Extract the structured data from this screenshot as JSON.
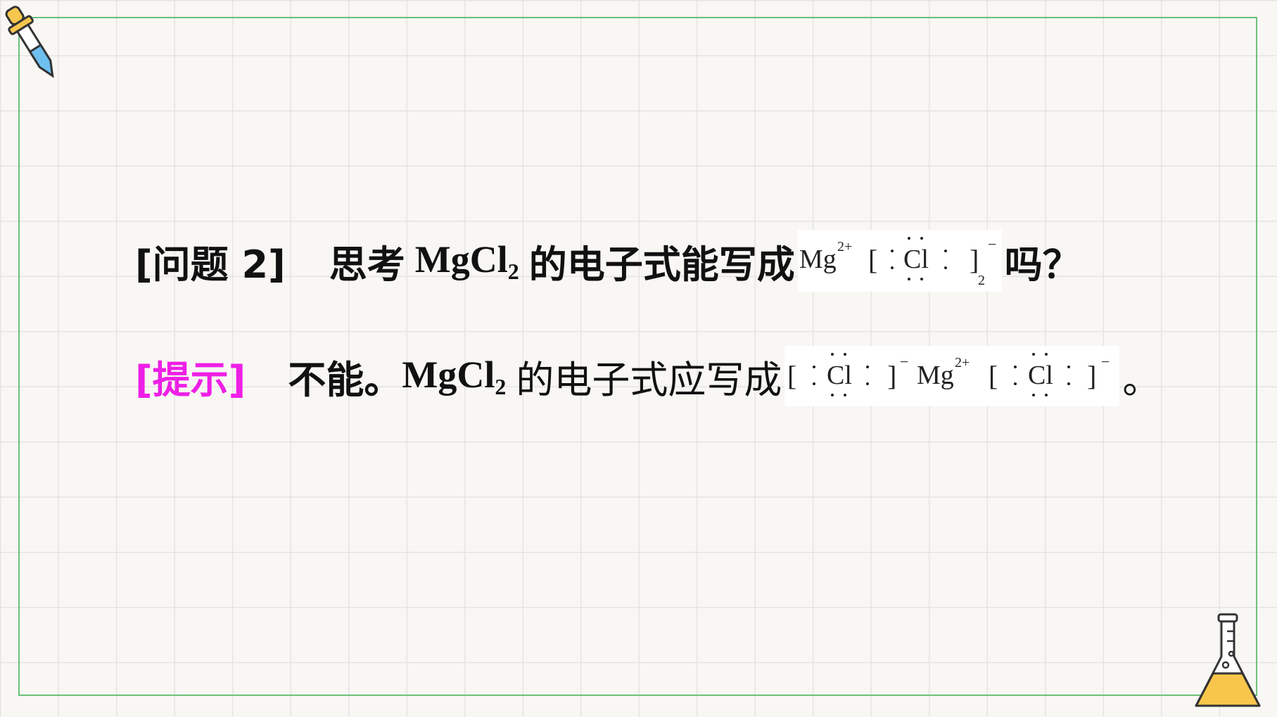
{
  "question": {
    "label": "[问题 2]",
    "text_before": "思考",
    "formula_main": "MgCl",
    "formula_sub": "2",
    "text_mid": "的电子式能写成",
    "eq": {
      "mg": "Mg",
      "charge_mg": "2+",
      "cl": "Cl",
      "charge_cl": "−",
      "sub": "2"
    },
    "text_after": "吗？"
  },
  "hint": {
    "label": "[提示]",
    "text_before": "不能。",
    "formula_main": "MgCl",
    "formula_sub": "2",
    "text_mid": "的电子式应写成",
    "eq": {
      "cl": "Cl",
      "charge_cl": "−",
      "mg": "Mg",
      "charge_mg": "2+"
    },
    "text_after": "。"
  },
  "colors": {
    "hint_label": "#ee1fe6",
    "frame": "#6cc17a",
    "grid": "#e6e4e0"
  },
  "icons": [
    "dropper-icon",
    "flask-icon"
  ]
}
